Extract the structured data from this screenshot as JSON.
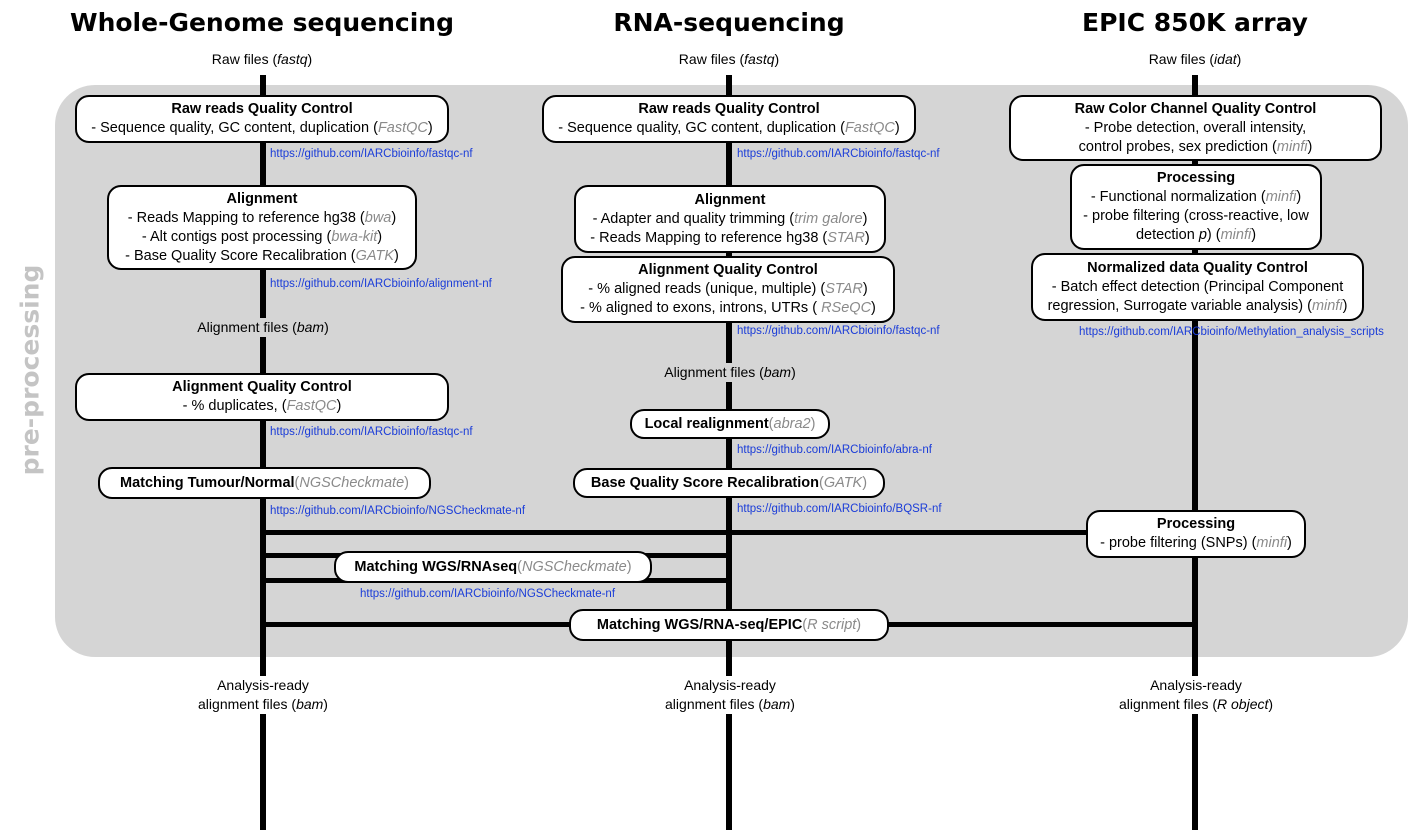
{
  "side_label": "pre-processing",
  "columns": [
    {
      "title": "Whole-Genome sequencing",
      "raw": "Raw files (",
      "raw_fmt": "fastq",
      "raw_end": ")"
    },
    {
      "title": "RNA-sequencing",
      "raw": "Raw files (",
      "raw_fmt": "fastq",
      "raw_end": ")"
    },
    {
      "title": "EPIC 850K array",
      "raw": "Raw files (",
      "raw_fmt": "idat",
      "raw_end": ")"
    }
  ],
  "wgs": {
    "qc": {
      "title": "Raw reads Quality Control",
      "l1": "- Sequence quality, GC content, duplication (",
      "l1_tool": "FastQC",
      "l1_end": ")"
    },
    "qc_link": "https://github.com/IARCbioinfo/fastqc-nf",
    "align": {
      "title": "Alignment",
      "l1": "- Reads Mapping to reference hg38 (",
      "l1_tool": "bwa",
      "l1_end": ")",
      "l2": "- Alt contigs post processing (",
      "l2_tool": "bwa-kit",
      "l2_end": ")",
      "l3": "- Base Quality Score Recalibration (",
      "l3_tool": "GATK",
      "l3_end": ")"
    },
    "align_link": "https://github.com/IARCbioinfo/alignment-nf",
    "bam": "Alignment files (",
    "bam_fmt": "bam",
    "bam_end": ")",
    "aqc": {
      "title": "Alignment Quality Control",
      "l1": "- % duplicates,  (",
      "l1_tool": "FastQC",
      "l1_end": ")"
    },
    "aqc_link": "https://github.com/IARCbioinfo/fastqc-nf",
    "match": {
      "title": "Matching Tumour/Normal",
      "tool_pre": " ( ",
      "tool": "NGSCheckmate",
      "tool_end": ")"
    },
    "match_link": "https://github.com/IARCbioinfo/NGSCheckmate-nf",
    "out1": "Analysis-ready",
    "out2": "alignment files (",
    "out_fmt": "bam",
    "out_end": ")"
  },
  "rna": {
    "qc": {
      "title": "Raw reads Quality Control",
      "l1": "- Sequence quality, GC content, duplication (",
      "l1_tool": "FastQC",
      "l1_end": ")"
    },
    "qc_link": "https://github.com/IARCbioinfo/fastqc-nf",
    "align": {
      "title": "Alignment",
      "l1": "- Adapter and quality trimming (",
      "l1_tool": "trim galore",
      "l1_end": ")",
      "l2": "- Reads Mapping to reference hg38 (",
      "l2_tool": "STAR",
      "l2_end": ")"
    },
    "aqc": {
      "title": "Alignment Quality Control",
      "l1": "- % aligned reads (unique, multiple)  (",
      "l1_tool": "STAR",
      "l1_end": ")",
      "l2": "- % aligned to exons, introns, UTRs ( ",
      "l2_tool": "RSeQC",
      "l2_end": ")"
    },
    "aqc_link": "https://github.com/IARCbioinfo/fastqc-nf",
    "bam": "Alignment files (",
    "bam_fmt": "bam",
    "bam_end": ")",
    "realign": {
      "title": "Local realignment",
      "tool_pre": " (",
      "tool": "abra2",
      "tool_end": ")"
    },
    "realign_link": "https://github.com/IARCbioinfo/abra-nf",
    "bqsr": {
      "title": "Base Quality Score Recalibration",
      "tool_pre": " (",
      "tool": "GATK",
      "tool_end": ")"
    },
    "bqsr_link": "https://github.com/IARCbioinfo/BQSR-nf",
    "out1": "Analysis-ready",
    "out2": "alignment files (",
    "out_fmt": "bam",
    "out_end": ")"
  },
  "epic": {
    "qc": {
      "title": "Raw  Color Channel Quality Control",
      "l1": "- Probe detection, overall intensity,",
      "l2": "control probes, sex prediction (",
      "l2_tool": "minfi",
      "l2_end": ")"
    },
    "proc": {
      "title": "Processing",
      "l1": "- Functional normalization (",
      "l1_tool": "minfi",
      "l1_end": ")",
      "l2": "- probe filtering (cross-reactive, low",
      "l3": "detection ",
      "l3_p": "p",
      "l3_mid": ") (",
      "l3_tool": "minfi",
      "l3_end": ")"
    },
    "norm": {
      "title": "Normalized data Quality Control",
      "l1": "- Batch effect detection (Principal Component",
      "l2": "regression, Surrogate variable analysis) (",
      "l2_tool": "minfi",
      "l2_end": ")"
    },
    "norm_link": "https://github.com/IARCbioinfo/Methylation_analysis_scripts",
    "proc2": {
      "title": "Processing",
      "l1": "- probe filtering (SNPs) (",
      "l1_tool": "minfi",
      "l1_end": ")"
    },
    "out1": "Analysis-ready",
    "out2": "alignment files (",
    "out_fmt": "R object",
    "out_end": ")"
  },
  "cross": {
    "wgs_rna": {
      "title": "Matching WGS/RNAseq",
      "tool_pre": " ( ",
      "tool": "NGSCheckmate",
      "tool_end": ")"
    },
    "wgs_rna_link": "https://github.com/IARCbioinfo/NGSCheckmate-nf",
    "all": {
      "title": "Matching WGS/RNA-seq/EPIC",
      "tool_pre": " (",
      "tool": "R script",
      "tool_end": ")"
    }
  }
}
